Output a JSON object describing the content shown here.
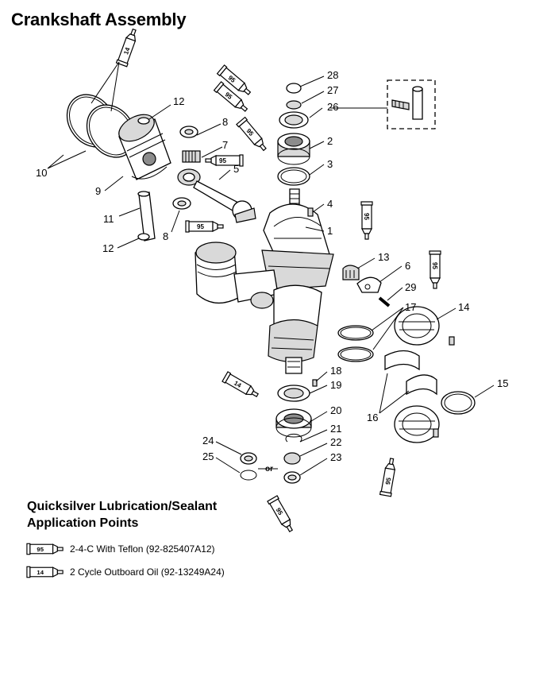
{
  "title": "Crankshaft Assembly",
  "callouts": [
    "1",
    "2",
    "3",
    "4",
    "5",
    "6",
    "7",
    "8",
    "9",
    "10",
    "11",
    "12",
    "13",
    "14",
    "15",
    "16",
    "17",
    "18",
    "19",
    "20",
    "21",
    "22",
    "23",
    "24",
    "25",
    "26",
    "27",
    "28",
    "29"
  ],
  "or_label": "or",
  "tube_codes": {
    "teflon": "95",
    "oil": "14"
  },
  "legend": {
    "heading_line1": "Quicksilver Lubrication/Sealant",
    "heading_line2": "Application Points",
    "items": [
      {
        "code": "95",
        "text": "2-4-C  With Teflon (92-825407A12)"
      },
      {
        "code": "14",
        "text": "2 Cycle Outboard Oil (92-13249A24)"
      }
    ]
  }
}
